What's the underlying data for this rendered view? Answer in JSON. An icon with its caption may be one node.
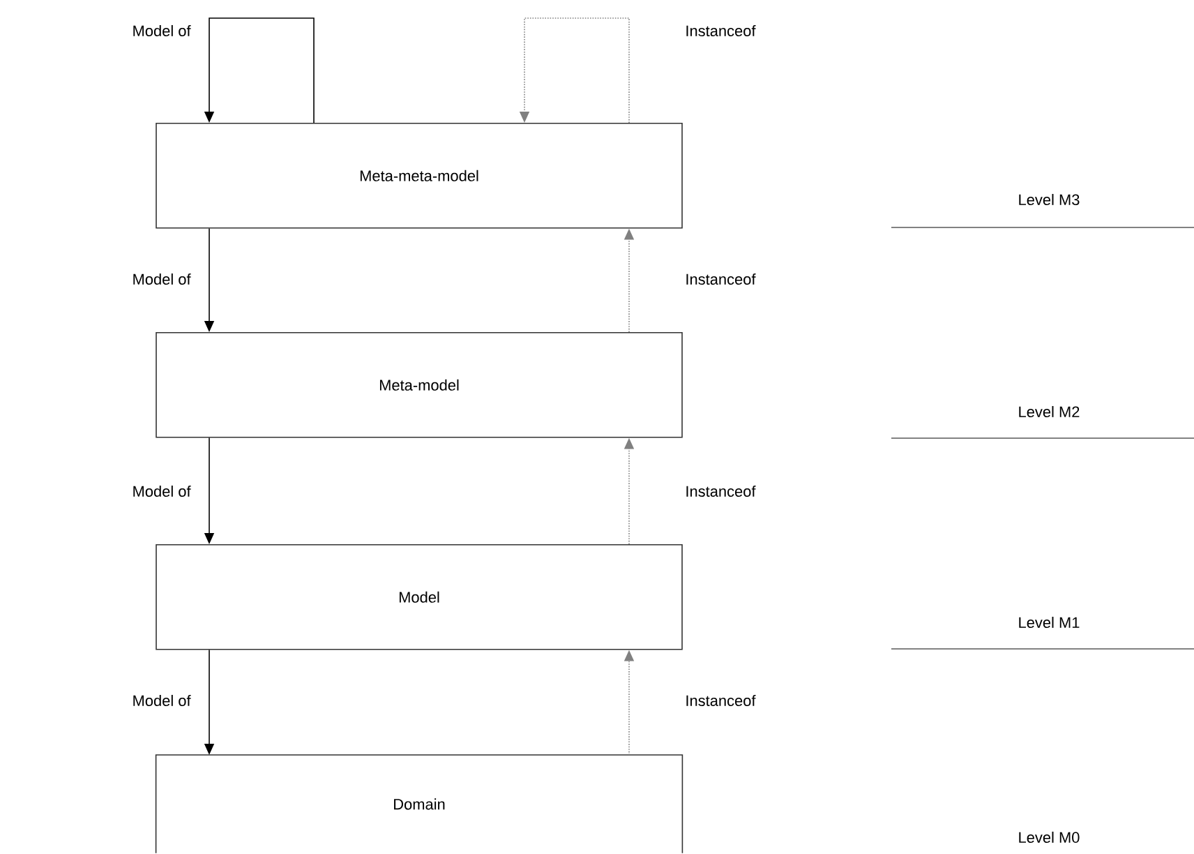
{
  "diagram": {
    "nodes": [
      {
        "text": [
          "Meta-meta-model"
        ]
      },
      {
        "text": [
          "Meta-model"
        ]
      },
      {
        "text": [
          "Model"
        ]
      },
      {
        "text": [
          "Domain"
        ]
      }
    ],
    "edges": [
      {
        "from": 0,
        "to": 0,
        "arrow": "to",
        "label": "Model of"
      },
      {
        "from": 0,
        "to": 0,
        "arrow": "to",
        "label": "Instanceof",
        "style": "dashed",
        "color": "#808080"
      },
      {
        "from": 0,
        "to": 1,
        "arrow": "to",
        "label": "Model of"
      },
      {
        "from": 1,
        "to": 0,
        "arrow": "to",
        "label": "Instanceof",
        "style": "dashed",
        "color": "#808080"
      },
      {
        "from": 1,
        "to": 2,
        "arrow": "to",
        "label": "Model of"
      },
      {
        "from": 2,
        "to": 1,
        "arrow": "to",
        "label": "Instanceof",
        "style": "dashed",
        "color": "#808080"
      },
      {
        "from": 2,
        "to": 3,
        "arrow": "to",
        "label": "Model of"
      },
      {
        "from": 3,
        "to": 2,
        "arrow": "to",
        "label": "Instanceof",
        "style": "dashed",
        "color": "#808080"
      }
    ],
    "labels": [
      "Level M3",
      "Level M2",
      "Level M1",
      "Level M0"
    ]
  }
}
